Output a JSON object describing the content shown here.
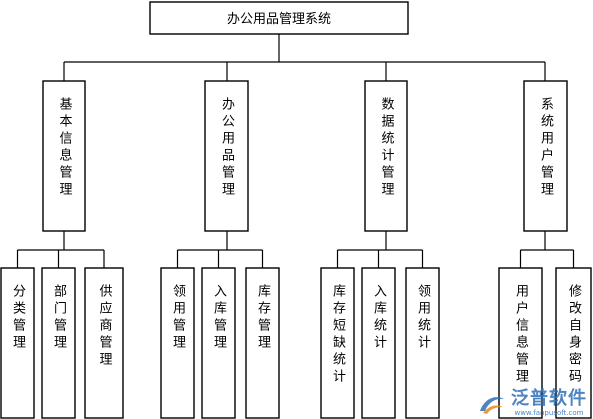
{
  "diagram": {
    "root": "办公用品管理系统",
    "branches": [
      {
        "label": "基本信息管理",
        "children": [
          "分类管理",
          "部门管理",
          "供应商管理"
        ]
      },
      {
        "label": "办公用品管理",
        "children": [
          "领用管理",
          "入库管理",
          "库存管理"
        ]
      },
      {
        "label": "数据统计管理",
        "children": [
          "库存短缺统计",
          "入库统计",
          "领用统计"
        ]
      },
      {
        "label": "系统用户管理",
        "children": [
          "用户信息管理",
          "修改自身密码"
        ]
      }
    ]
  },
  "watermark": {
    "name": "泛普软件",
    "url": "www.fanpusoft.com"
  },
  "colors": {
    "line": "#000000",
    "box_fill": "#ffffff",
    "watermark": "#2e6fb8",
    "watermark_accent": "#e8871e"
  }
}
